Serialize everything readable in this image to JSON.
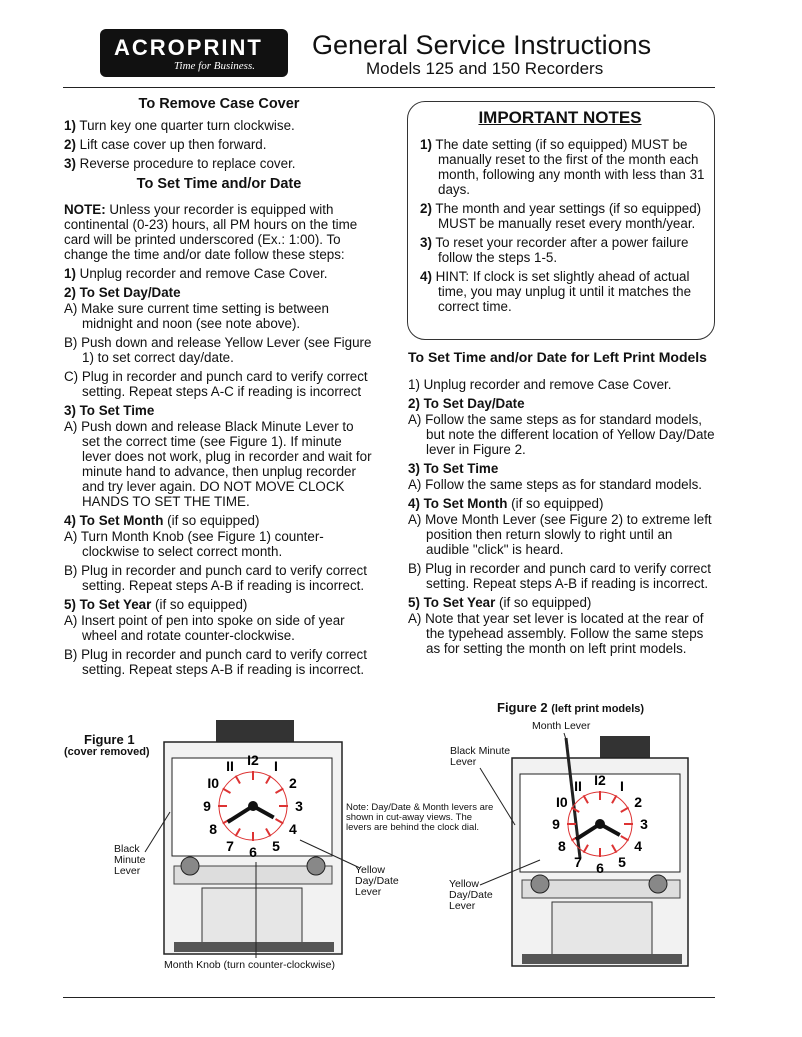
{
  "header": {
    "logo_text": "ACROPRINT",
    "logo_tagline": "Time for Business.",
    "title": "General Service Instructions",
    "subtitle": "Models 125 and 150 Recorders"
  },
  "left": {
    "cover_heading": "To Remove Case Cover",
    "cover_steps": [
      {
        "num": "1)",
        "text": "Turn key one quarter turn clockwise."
      },
      {
        "num": "2)",
        "text": "Lift case cover up then forward."
      },
      {
        "num": "3)",
        "text": "Reverse procedure to replace cover."
      }
    ],
    "time_heading": "To Set Time and/or Date",
    "note_label": "NOTE:",
    "note_text": "Unless your recorder is equipped with continental (0-23) hours, all PM hours on the time card will be printed underscored (Ex.: 1:00). To change the time and/or date follow these steps:",
    "step1_num": "1)",
    "step1_text": "Unplug recorder and remove Case Cover.",
    "step2_head": "2) To Set Day/Date",
    "step2_items": [
      "A) Make sure current time setting is between midnight and noon (see note above).",
      "B) Push down and release Yellow Lever (see Figure 1)  to set correct day/date.",
      "C) Plug in recorder and punch card to verify correct setting. Repeat steps A-C if reading is incorrect"
    ],
    "step3_head": "3) To Set Time",
    "step3_items": [
      "A) Push down and release Black Minute Lever to set the correct time (see Figure 1).  If minute lever does not work, plug in recorder and wait for minute hand to advance, then unplug recorder and try lever again.  DO NOT MOVE CLOCK HANDS TO SET THE TIME."
    ],
    "step4_head": "4) To Set Month",
    "step4_suffix": " (if so equipped)",
    "step4_items": [
      "A) Turn Month Knob (see Figure 1) counter-clockwise to select correct month.",
      "B) Plug in recorder and punch card to verify correct setting. Repeat steps A-B if reading is incorrect."
    ],
    "step5_head": "5) To Set Year",
    "step5_suffix": " (if so equipped)",
    "step5_items": [
      "A) Insert point of pen into spoke on side of year wheel and rotate counter-clockwise.",
      "B) Plug in recorder and punch card to verify correct setting. Repeat steps A-B if reading is incorrect."
    ]
  },
  "notes": {
    "title": "IMPORTANT NOTES",
    "items": [
      {
        "num": "1)",
        "text": "The date setting (if so equipped) MUST be manually reset to the first of the month each month, following any month with less than 31 days."
      },
      {
        "num": "2)",
        "text": "The month and year settings (if so equipped) MUST be manually reset every month/year."
      },
      {
        "num": "3)",
        "text": "To reset your recorder after a power failure follow the steps 1-5."
      },
      {
        "num": "4)",
        "text": "HINT: If clock is set slightly ahead of actual time, you may unplug it until it matches the correct time."
      }
    ]
  },
  "right": {
    "heading": "To Set Time and/or Date for Left Print Models",
    "step1": "1) Unplug recorder and remove Case Cover.",
    "step2_head": "2) To Set Day/Date",
    "step2_items": [
      "A) Follow the same steps as for standard models, but note the different location of Yellow Day/Date lever in Figure 2."
    ],
    "step3_head": "3) To Set Time",
    "step3_items": [
      "A) Follow the same steps as for standard models."
    ],
    "step4_head": "4) To Set Month",
    "step4_suffix": " (if so equipped)",
    "step4_items": [
      "A) Move Month Lever (see Figure 2) to extreme left position then return slowly to right until an audible \"click\" is heard.",
      "B) Plug in recorder and punch card to verify correct setting. Repeat steps A-B if reading is incorrect."
    ],
    "step5_head": "5) To Set Year",
    "step5_suffix": " (if so equipped)",
    "step5_items": [
      "A) Note that year set lever is located at the rear of the typehead assembly. Follow the same steps as for setting the month on left print models."
    ]
  },
  "figure1": {
    "title": "Figure 1",
    "subtitle": "(cover removed)",
    "label_black_lever": "Black Minute Lever",
    "label_yellow_lever": "Yellow Day/Date Lever",
    "label_month_knob": "Month Knob (turn counter-clockwise)",
    "clock_numbers": [
      "I2",
      "I",
      "2",
      "3",
      "4",
      "5",
      "6",
      "7",
      "8",
      "9",
      "I0",
      "II"
    ]
  },
  "figure_note": "Note:  Day/Date & Month levers are shown in cut-away views. The levers are behind the clock dial.",
  "figure2": {
    "title": "Figure 2",
    "subtitle": "(left print models)",
    "label_month_lever": "Month Lever",
    "label_black_lever": "Black Minute Lever",
    "label_yellow_lever": "Yellow Day/Date Lever",
    "clock_numbers": [
      "I2",
      "I",
      "2",
      "3",
      "4",
      "5",
      "6",
      "7",
      "8",
      "9",
      "I0",
      "II"
    ]
  }
}
